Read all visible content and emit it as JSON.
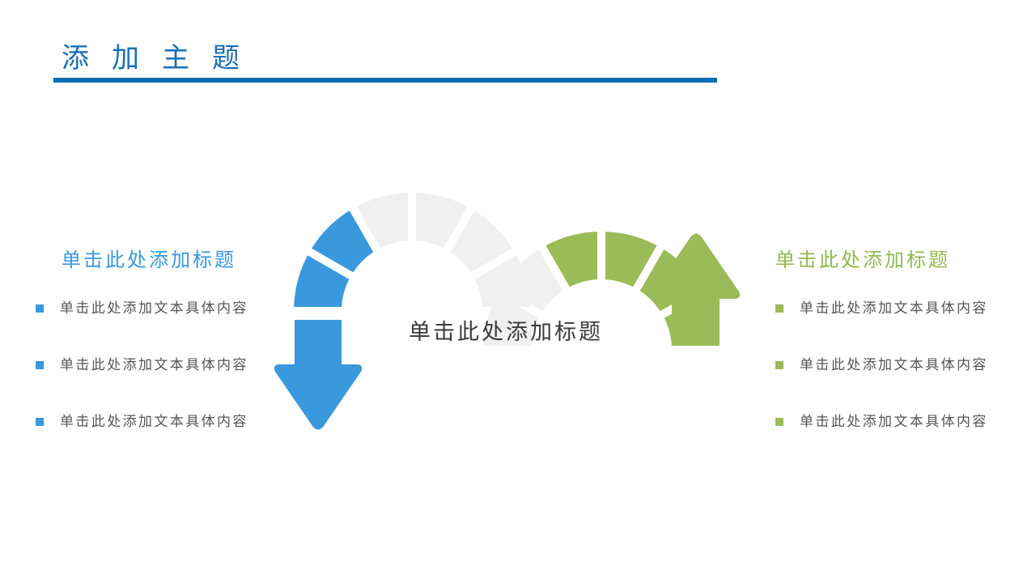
{
  "header": {
    "title": "添加主题",
    "rule_color": "#0a6fb6",
    "title_color": "#1a6fb5"
  },
  "center": {
    "title": "单击此处添加标题"
  },
  "left_panel": {
    "title": "单击此处添加标题",
    "accent": "#3a98dc",
    "items": [
      {
        "text": "单击此处添加文本具体内容"
      },
      {
        "text": "单击此处添加文本具体内容"
      },
      {
        "text": "单击此处添加文本具体内容"
      }
    ]
  },
  "right_panel": {
    "title": "单击此处添加标题",
    "accent": "#9bbb59",
    "items": [
      {
        "text": "单击此处添加文本具体内容"
      },
      {
        "text": "单击此处添加文本具体内容"
      },
      {
        "text": "单击此处添加文本具体内容"
      }
    ]
  },
  "diagram": {
    "colors": {
      "blue": "#3a98dc",
      "green": "#9bbb59",
      "gray": "#f0f0f0"
    },
    "upper_arc": {
      "segments": [
        "blue",
        "blue",
        "gray",
        "gray",
        "gray",
        "gray"
      ]
    },
    "lower_arc": {
      "segments": [
        "gray",
        "gray",
        "green",
        "green",
        "green",
        "green"
      ]
    },
    "arrows": [
      {
        "direction": "down",
        "color": "blue"
      },
      {
        "direction": "up",
        "color": "green"
      }
    ]
  }
}
